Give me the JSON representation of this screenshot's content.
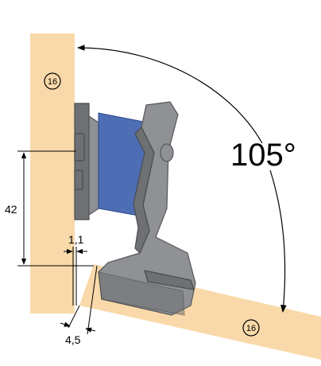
{
  "angle_label": "105°",
  "thickness_labels": [
    "16",
    "16"
  ],
  "dimensions": {
    "height": "42",
    "gap": "1,1",
    "overlay": "4,5"
  }
}
